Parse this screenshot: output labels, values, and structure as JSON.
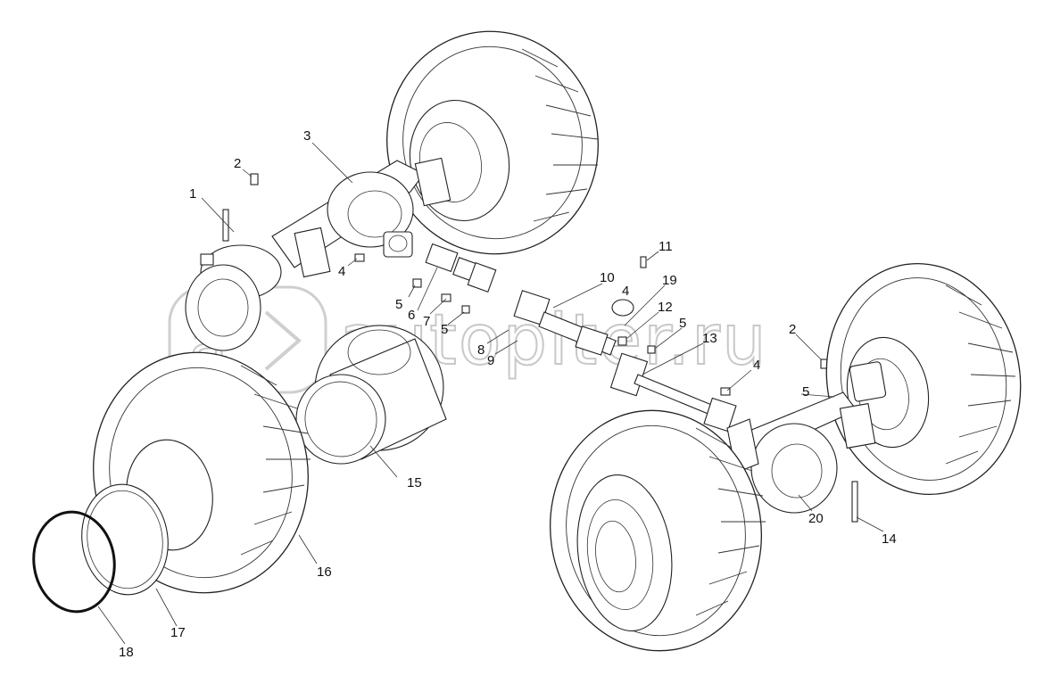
{
  "watermark": "autopiter.ru",
  "callouts": [
    {
      "id": "c1",
      "text": "1"
    },
    {
      "id": "c2a",
      "text": "2"
    },
    {
      "id": "c3",
      "text": "3"
    },
    {
      "id": "c4a",
      "text": "4"
    },
    {
      "id": "c5a",
      "text": "5"
    },
    {
      "id": "c6",
      "text": "6"
    },
    {
      "id": "c7",
      "text": "7"
    },
    {
      "id": "c5b",
      "text": "5"
    },
    {
      "id": "c8",
      "text": "8"
    },
    {
      "id": "c9",
      "text": "9"
    },
    {
      "id": "c10",
      "text": "10"
    },
    {
      "id": "c11",
      "text": "11"
    },
    {
      "id": "c4b",
      "text": "4"
    },
    {
      "id": "c19",
      "text": "19"
    },
    {
      "id": "c12",
      "text": "12"
    },
    {
      "id": "c5c",
      "text": "5"
    },
    {
      "id": "c13",
      "text": "13"
    },
    {
      "id": "c2b",
      "text": "2"
    },
    {
      "id": "c4c",
      "text": "4"
    },
    {
      "id": "c5d",
      "text": "5"
    },
    {
      "id": "c14",
      "text": "14"
    },
    {
      "id": "c15",
      "text": "15"
    },
    {
      "id": "c16",
      "text": "16"
    },
    {
      "id": "c17",
      "text": "17"
    },
    {
      "id": "c18",
      "text": "18"
    },
    {
      "id": "c20",
      "text": "20"
    }
  ]
}
